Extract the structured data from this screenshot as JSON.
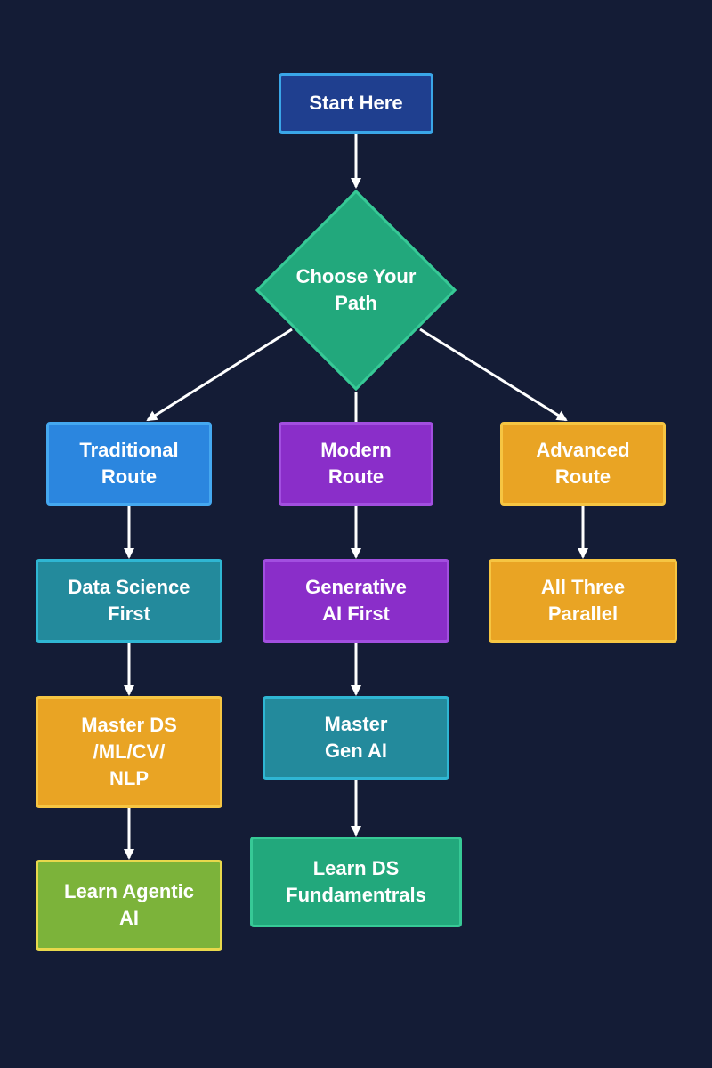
{
  "colors": {
    "background": "#141c36",
    "arrow": "#ffffff",
    "start": "#1f3f8f",
    "decision": "#22a87c",
    "traditional": "#2b86df",
    "modern": "#8a2ec9",
    "advanced": "#e9a424",
    "teal": "#238a9c",
    "green": "#7cb33a",
    "mint": "#22a87c"
  },
  "start": {
    "label": "Start Here"
  },
  "decision": {
    "label": "Choose Your\nPath"
  },
  "routes": {
    "traditional": {
      "label": "Traditional\nRoute"
    },
    "modern": {
      "label": "Modern\nRoute"
    },
    "advanced": {
      "label": "Advanced\nRoute"
    }
  },
  "traditional_steps": [
    {
      "label": "Data Science\nFirst"
    },
    {
      "label": "Master DS\n/ML/CV/\nNLP"
    },
    {
      "label": "Learn Agentic\nAI"
    }
  ],
  "modern_steps": [
    {
      "label": "Generative\nAI First"
    },
    {
      "label": "Master\nGen AI"
    },
    {
      "label": "Learn DS\nFundamentrals"
    }
  ],
  "advanced_steps": [
    {
      "label": "All Three\nParallel"
    }
  ]
}
